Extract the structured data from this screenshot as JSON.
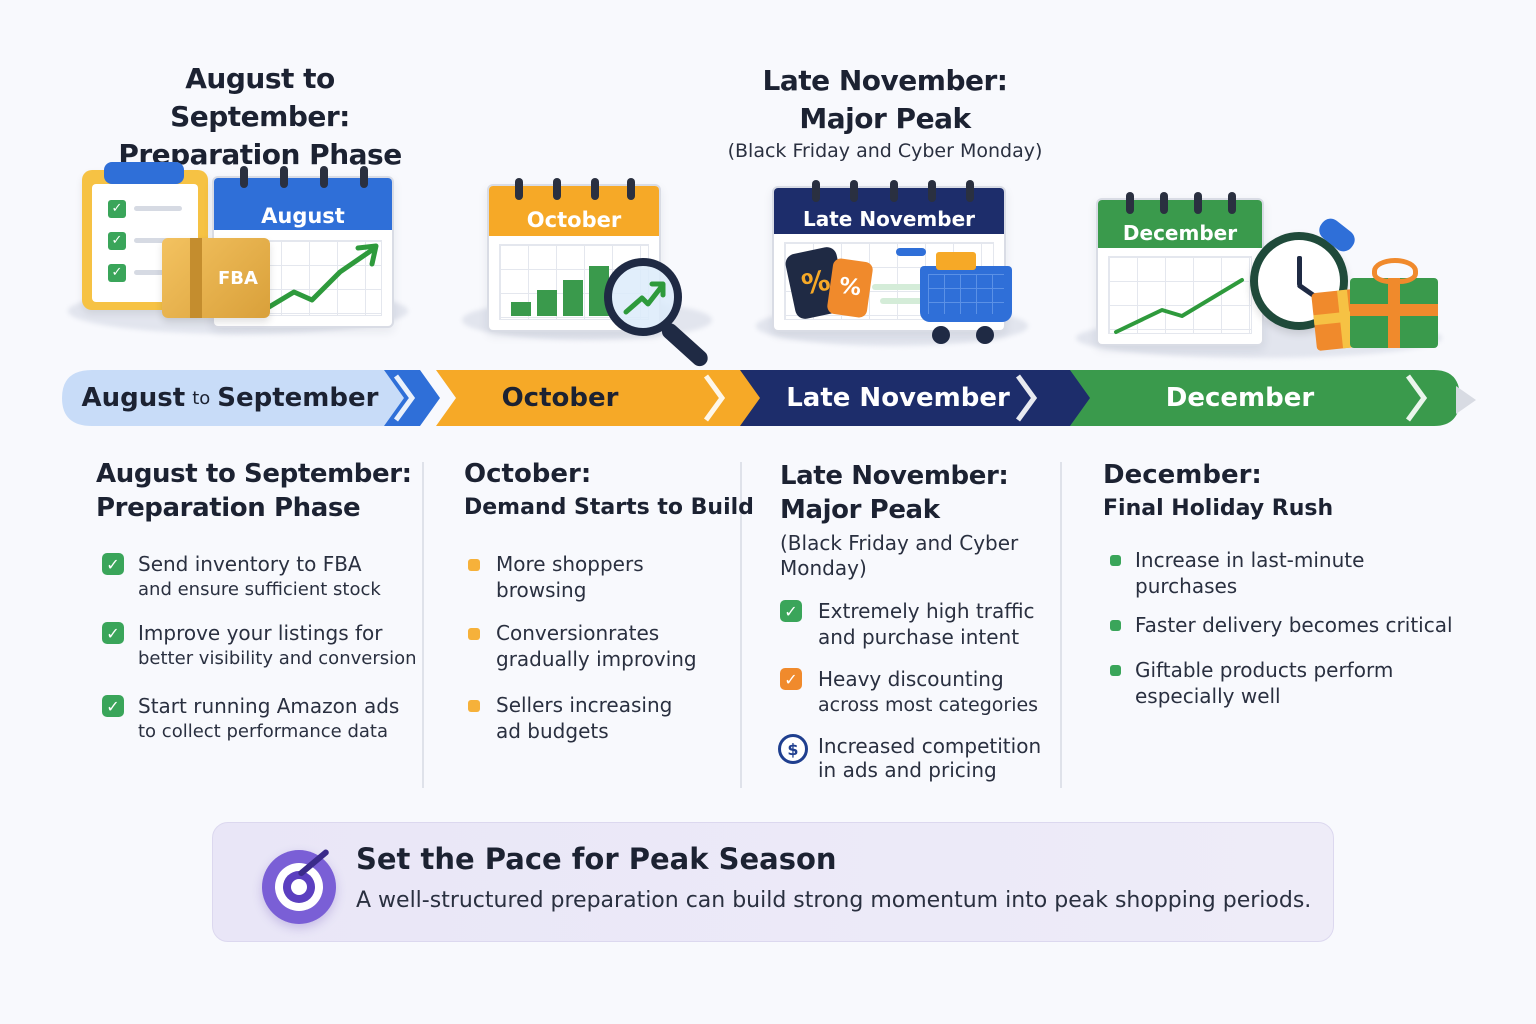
{
  "top": {
    "left_title_1": "August to September:",
    "left_title_2": "Preparation Phase",
    "center_title_1": "Late November:",
    "center_title_2": "Major Peak",
    "center_subtitle": "(Black Friday and Cyber Monday)"
  },
  "illustrations": {
    "august_cal": "August",
    "fba_label": "FBA",
    "october_cal": "October",
    "late_nov_cal": "Late November",
    "december_cal": "December",
    "tag_percent": "%"
  },
  "timeline": [
    {
      "label_a": "August",
      "label_to": "to",
      "label_b": "September",
      "color": "#c8dcf8",
      "text_color": "#1c2232"
    },
    {
      "label": "October",
      "color": "#f6a927",
      "text_color": "#1c2232"
    },
    {
      "label": "Late November",
      "color": "#1d2d6b",
      "text_color": "#ffffff"
    },
    {
      "label": "December",
      "color": "#3a9a4c",
      "text_color": "#ffffff"
    }
  ],
  "columns": [
    {
      "title_1": "August to September:",
      "title_2": "Preparation Phase",
      "items": [
        {
          "line1": "Send inventory to FBA",
          "line2": "and ensure sufficient stock"
        },
        {
          "line1": "Improve your listings for",
          "line2": "better visibility and conversion"
        },
        {
          "line1": "Start running Amazon ads",
          "line2": "to collect performance data"
        }
      ]
    },
    {
      "title_1": "October:",
      "title_2": "Demand Starts to Build",
      "items": [
        {
          "line1": "More shoppers",
          "line2": "browsing"
        },
        {
          "line1": "Conversionrates",
          "line2": "gradually improving"
        },
        {
          "line1": "Sellers increasing",
          "line2": "ad budgets"
        }
      ]
    },
    {
      "title_1": "Late November:",
      "title_2": "Major Peak",
      "subtitle_1": "(Black Friday and Cyber",
      "subtitle_2": "Monday)",
      "items": [
        {
          "line1": "Extremely high traffic",
          "line2": "and purchase intent"
        },
        {
          "line1": "Heavy discounting",
          "line2": "across most categories"
        },
        {
          "line1": "Increased competition",
          "line2": "in ads and pricing"
        }
      ]
    },
    {
      "title_1": "December:",
      "title_2": "Final Holiday Rush",
      "items": [
        {
          "line1": "Increase in last-minute",
          "line2": "purchases"
        },
        {
          "line1": "Faster delivery becomes critical",
          "line2": ""
        },
        {
          "line1": "Giftable products perform",
          "line2": "especially well"
        }
      ]
    }
  ],
  "banner": {
    "title": "Set the Pace for Peak Season",
    "text": "A well-structured preparation can build strong momentum into peak shopping periods."
  },
  "colors": {
    "blue": "#2f6fd8",
    "orange": "#f6a927",
    "navy": "#1d2d6b",
    "green": "#3a9a4c",
    "check_green": "#3aa55a",
    "purple": "#6a4fc9"
  },
  "icons": [
    "clipboard-checklist-icon",
    "fba-box-icon",
    "calendar-icon",
    "magnifier-icon",
    "price-tag-icon",
    "shopping-cart-icon",
    "clock-icon",
    "gift-icon",
    "target-icon",
    "check-icon",
    "dollar-coin-icon"
  ]
}
